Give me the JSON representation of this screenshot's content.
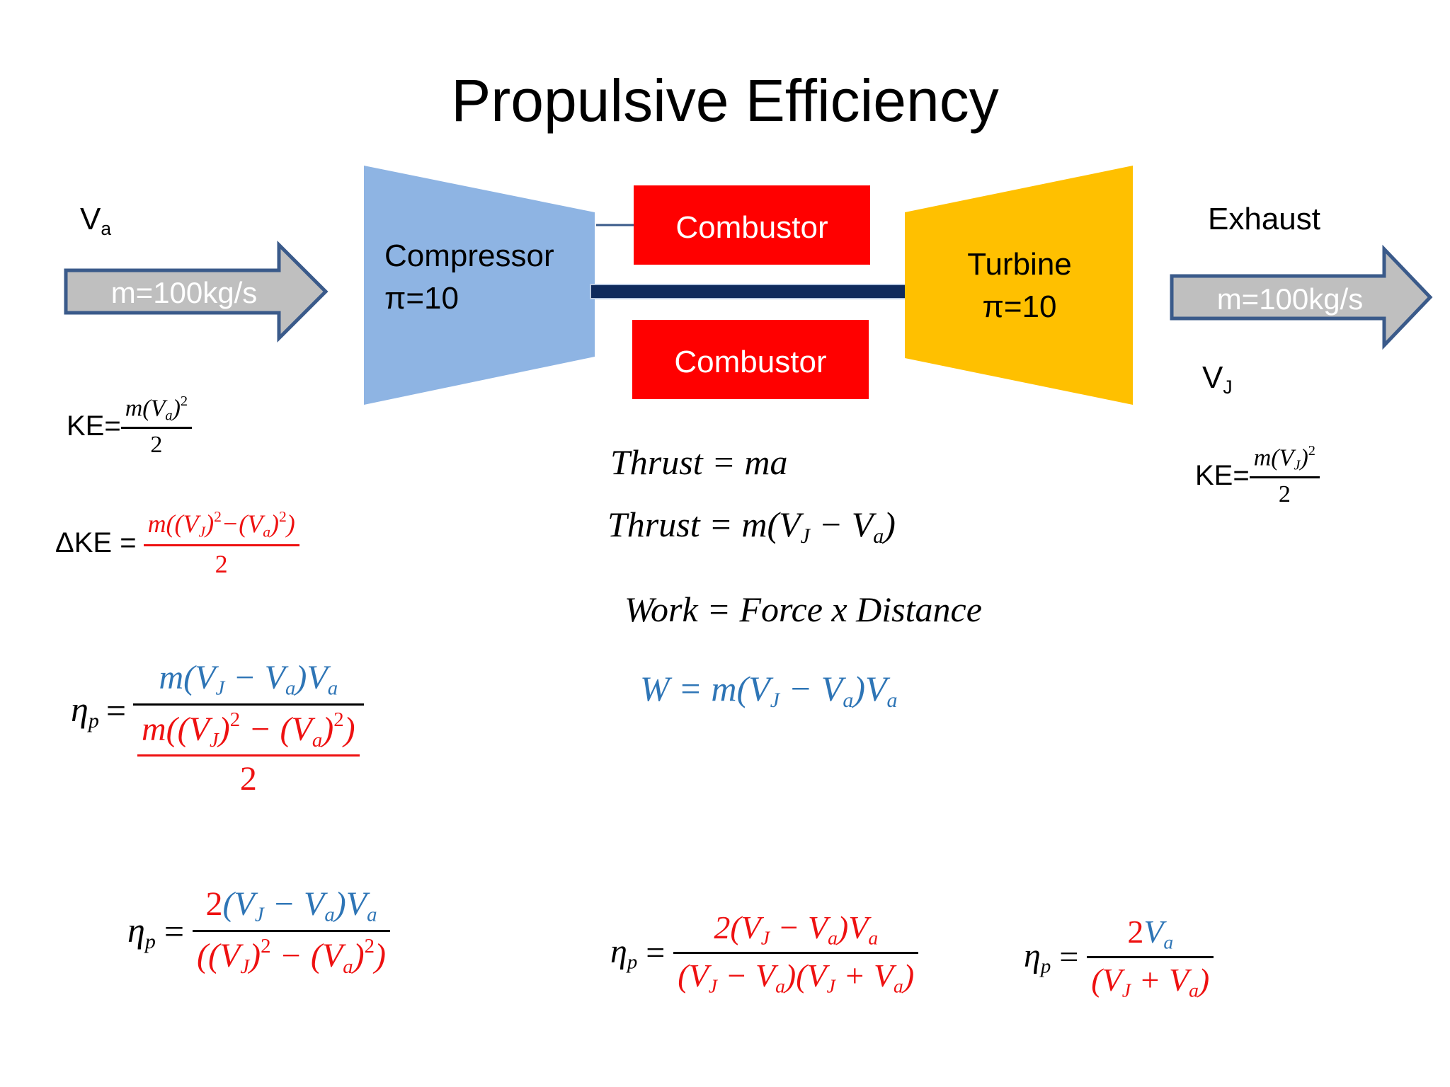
{
  "title": "Propulsive Efficiency",
  "inlet": {
    "v_label": "V",
    "v_sub": "a",
    "arrow_label": "m=100kg/s"
  },
  "compressor": {
    "name": "Compressor",
    "ratio": "π=10"
  },
  "combustor": {
    "top": "Combustor",
    "bottom": "Combustor"
  },
  "turbine": {
    "name": "Turbine",
    "ratio": "π=10"
  },
  "exhaust": {
    "label": "Exhaust",
    "arrow_label": "m=100kg/s",
    "v_label": "V",
    "v_sub": "J"
  },
  "ke_inlet": {
    "lhs": "KE=",
    "num": "m(V",
    "num_sub": "a",
    "num_tail": ")",
    "num_sup": "2",
    "den": "2"
  },
  "ke_exhaust": {
    "lhs": "KE=",
    "num": "m(V",
    "num_sub": "J",
    "num_tail": ")",
    "num_sup": "2",
    "den": "2"
  },
  "delta_ke": {
    "lhs": "ΔKE =",
    "num_a": "m((V",
    "sub_j": "J",
    "num_b": ")",
    "sup1": "2",
    "num_c": "−(V",
    "sub_a": "a",
    "num_d": ")",
    "sup2": "2",
    "num_e": ")",
    "den": "2"
  },
  "equations": {
    "thrust1": "Thrust = ma",
    "thrust2_a": "Thrust = m(V",
    "thrust2_sub1": "J",
    "thrust2_b": " − V",
    "thrust2_sub2": "a",
    "thrust2_c": ")",
    "work": "Work = Force x Distance",
    "w_a": "W = m(V",
    "w_sub1": "J",
    "w_b": " − V",
    "w_sub2": "a",
    "w_c": ")V",
    "w_sub3": "a"
  },
  "eta": {
    "symbol": "η",
    "symbol_sub": "p",
    "eq": "=",
    "e1_num_a": "m(V",
    "e1_num_b": " − V",
    "e1_num_c": ")V",
    "e1_den_a": "m((V",
    "e1_den_b": ")",
    "e1_den_c": " − (V",
    "e1_den_d": ")",
    "e1_den_e": ")",
    "e1_den2": "2",
    "e2_num_two": "2",
    "e2_num_a": "(V",
    "e2_num_b": " − V",
    "e2_num_c": ")V",
    "e2_den_a": "((V",
    "e2_den_b": ")",
    "e2_den_c": " − (V",
    "e2_den_d": ")",
    "e2_den_e": ")",
    "e3_num": "2(V",
    "e3_num_b": " − V",
    "e3_num_c": ")V",
    "e3_den_a": "(V",
    "e3_den_b": " − V",
    "e3_den_c": ")(V",
    "e3_den_d": " + V",
    "e3_den_e": ")",
    "e4_num_two": "2",
    "e4_num_v": "V",
    "e4_den_a": "(V",
    "e4_den_b": " + V",
    "e4_den_c": ")",
    "sub_j": "J",
    "sub_a": "a",
    "sup_2": "2"
  },
  "colors": {
    "compressor": "#8eb4e3",
    "combustor": "#ff0000",
    "turbine": "#ffc000",
    "shaft": "#0f2a5c",
    "arrow_fill": "#bfbfbf",
    "arrow_stroke": "#3a5a8a",
    "blue_text": "#2e75b6",
    "red_text": "#ee1111"
  }
}
